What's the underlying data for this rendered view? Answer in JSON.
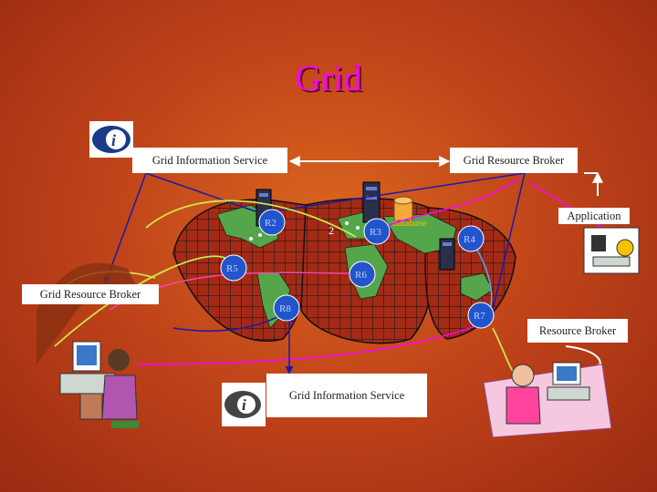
{
  "title": "Grid",
  "labels": {
    "gis_top": "Grid Information Service",
    "grb_top": "Grid Resource Broker",
    "application": "Application",
    "grb_left": "Grid Resource Broker",
    "resource_broker": "Resource Broker",
    "gis_bottom": "Grid Information Service",
    "database": "database",
    "map_num": "2"
  },
  "resources": {
    "r2": "R2",
    "r3": "R3",
    "r4": "R4",
    "r5": "R5",
    "r6": "R6",
    "r7": "R7",
    "r8": "R8"
  },
  "colors": {
    "title": "#ff00ff",
    "background": "#c2451a",
    "globe": "#222222",
    "resource_disc": "#2255cc"
  }
}
